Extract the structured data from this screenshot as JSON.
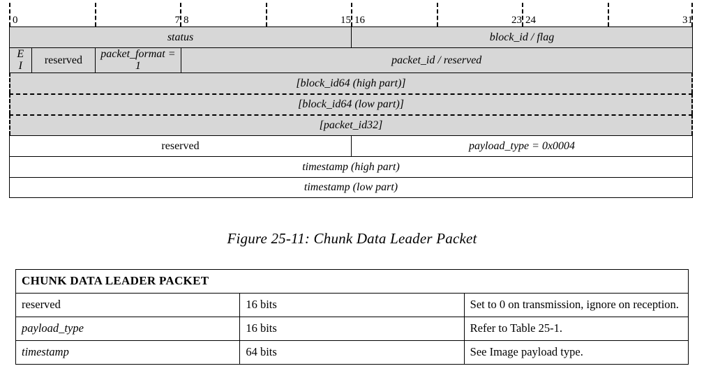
{
  "ruler": {
    "bit_labels": [
      "0",
      "7",
      "8",
      "15",
      "16",
      "23",
      "24",
      "31"
    ],
    "tick_bits": [
      0,
      4,
      8,
      12,
      16,
      20,
      24,
      28,
      32
    ],
    "total_bits": 32
  },
  "packet_diagram": {
    "rows": [
      {
        "style": "solid-gray",
        "cells": [
          {
            "text": "status",
            "italic": true,
            "bits": 16
          },
          {
            "text": "block_id / flag",
            "italic": true,
            "bits": 16
          }
        ]
      },
      {
        "style": "solid-gray",
        "cells": [
          {
            "text": "E\nI",
            "italic": true,
            "bits": 1
          },
          {
            "text": "reserved",
            "italic": false,
            "bits": 3
          },
          {
            "text": "packet_format =\n1",
            "italic": true,
            "bits": 4
          },
          {
            "text": "packet_id / reserved",
            "italic": true,
            "bits": 24
          }
        ]
      },
      {
        "style": "dashed-gray",
        "cells": [
          {
            "text": "[block_id64 (high part)]",
            "italic": true,
            "bits": 32
          }
        ]
      },
      {
        "style": "dashed-gray",
        "cells": [
          {
            "text": "[block_id64 (low part)]",
            "italic": true,
            "bits": 32
          }
        ]
      },
      {
        "style": "dashed-gray",
        "cells": [
          {
            "text": "[packet_id32]",
            "italic": true,
            "bits": 32
          }
        ]
      },
      {
        "style": "solid-white",
        "cells": [
          {
            "text": "reserved",
            "italic": false,
            "bits": 16
          },
          {
            "text": "payload_type = 0x0004",
            "italic": true,
            "bits": 16
          }
        ]
      },
      {
        "style": "solid-white",
        "cells": [
          {
            "text": "timestamp (high part)",
            "italic": true,
            "bits": 32
          }
        ]
      },
      {
        "style": "solid-white",
        "cells": [
          {
            "text": "timestamp (low part)",
            "italic": true,
            "bits": 32
          }
        ]
      }
    ]
  },
  "figure_caption": "Figure 25-11: Chunk Data Leader Packet",
  "spec_table": {
    "title": "CHUNK DATA LEADER PACKET",
    "rows": [
      {
        "name": "reserved",
        "italic": false,
        "size": "16 bits",
        "description": "Set to 0 on transmission, ignore on reception."
      },
      {
        "name": "payload_type",
        "italic": true,
        "size": "16 bits",
        "description": "Refer to Table 25-1."
      },
      {
        "name": "timestamp",
        "italic": true,
        "size": "64 bits",
        "description": "See Image payload type."
      }
    ]
  },
  "colors": {
    "gray_fill": "#d7d7d7",
    "border": "#000000",
    "background": "#ffffff"
  }
}
